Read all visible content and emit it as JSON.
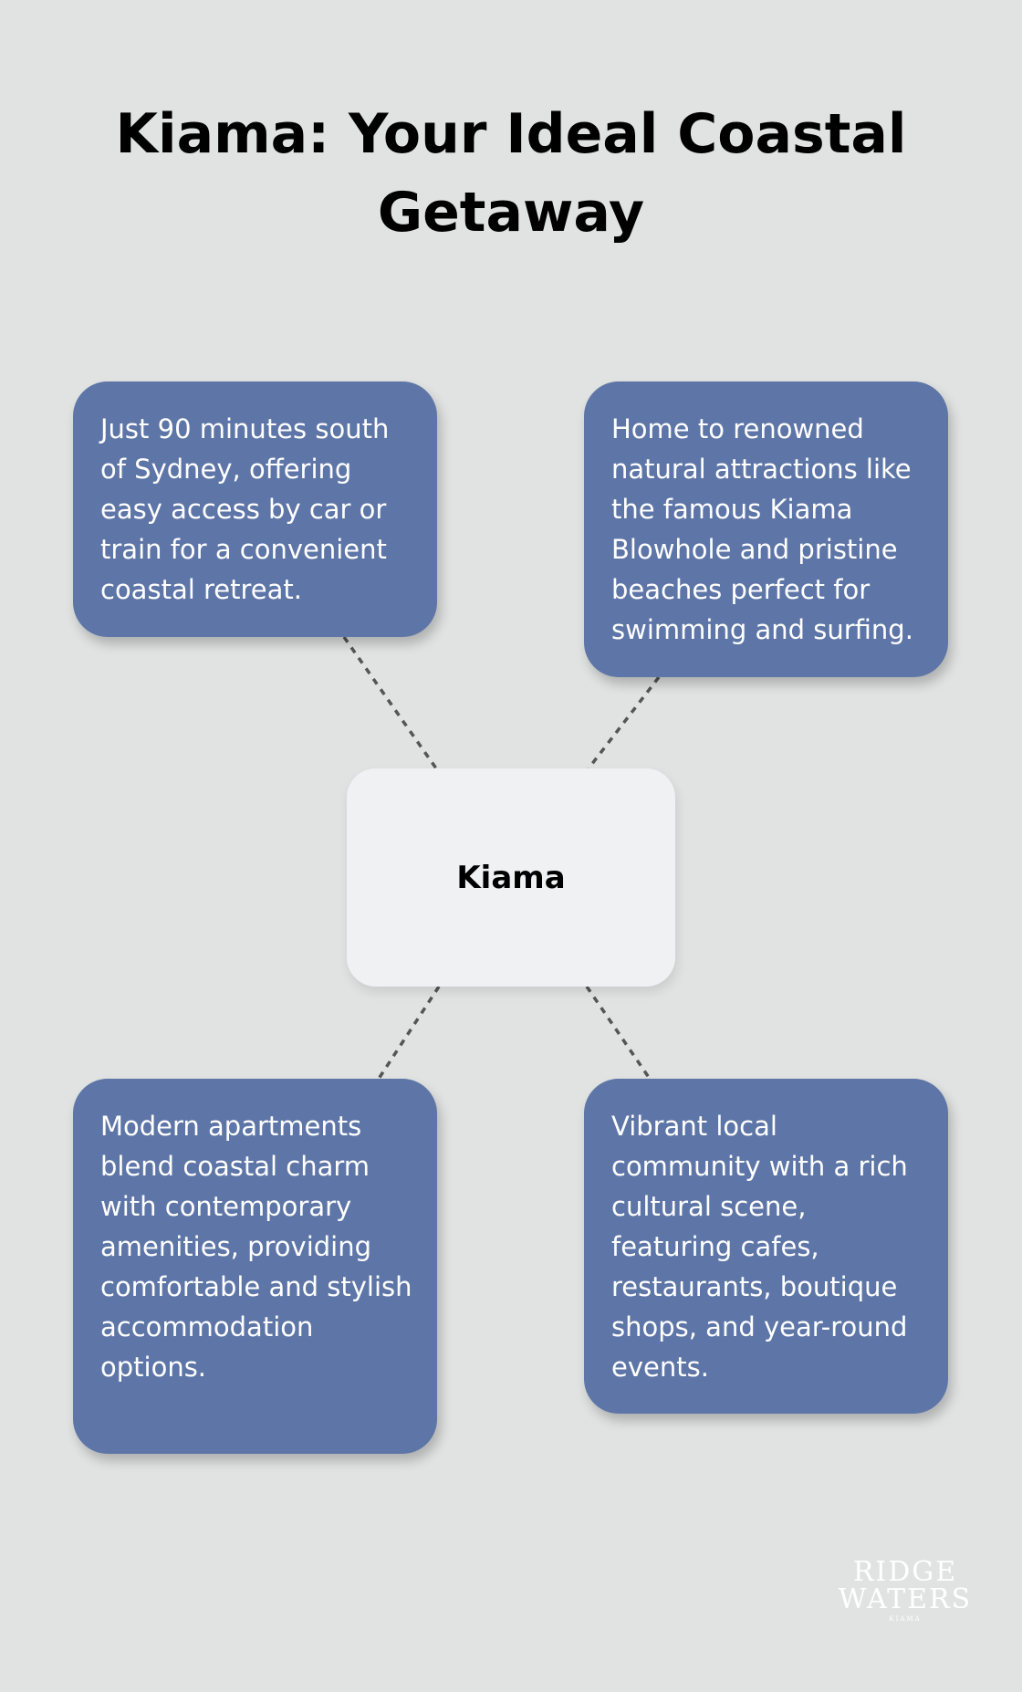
{
  "title": "Kiama: Your Ideal Coastal Getaway",
  "center": {
    "label": "Kiama"
  },
  "cards": {
    "top_left": "Just 90 minutes south of Sydney, offering easy access by car or train for a convenient coastal retreat.",
    "top_right": "Home to renowned natural attractions like the famous Kiama Blowhole and pristine beaches perfect for swimming and surfing.",
    "bottom_left": "Modern apartments blend coastal charm with contemporary amenities, providing comfortable and stylish accommodation options.",
    "bottom_right": "Vibrant local community with a rich cultural scene, featuring cafes, restaurants, boutique shops, and year-round events."
  },
  "logo": {
    "line1": "RIDGE",
    "line2": "WATERS",
    "line3": "KIAMA"
  },
  "colors": {
    "background": "#e1e3e3",
    "card": "#5e76a7",
    "center_box": "#f0f1f2",
    "connector": "#555555",
    "title_text": "#000000",
    "card_text": "#ffffff"
  }
}
